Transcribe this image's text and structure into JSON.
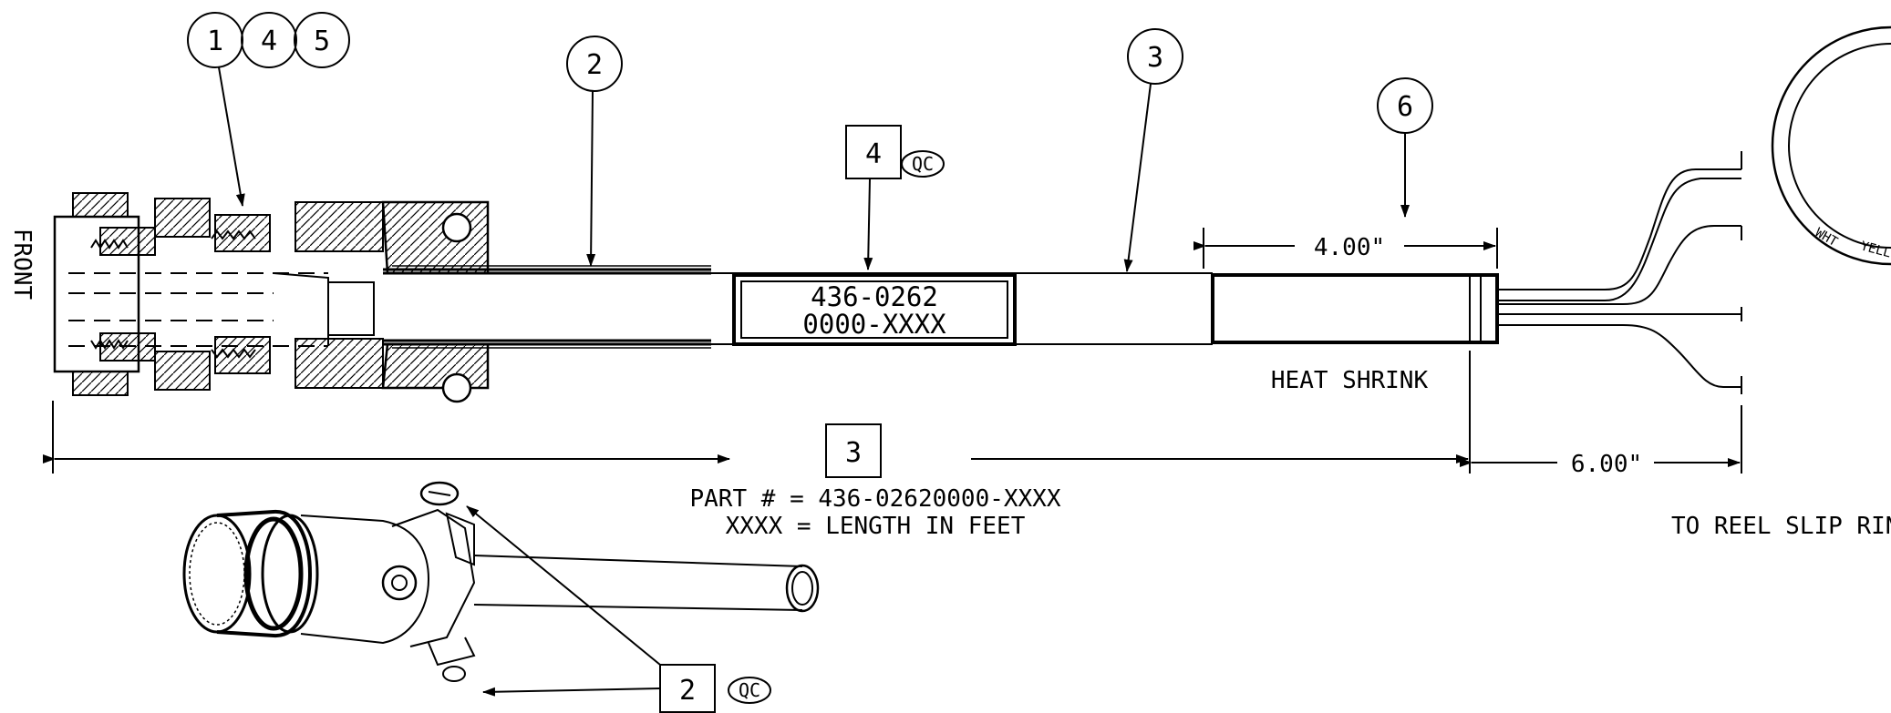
{
  "callouts": {
    "c1": "1",
    "c4": "4",
    "c5": "5",
    "c2": "2",
    "c3": "3",
    "c6": "6"
  },
  "boxes": {
    "label_item": "4",
    "length_item": "3",
    "clamp_item": "2",
    "qc": "QC"
  },
  "text": {
    "front": "FRONT",
    "label_line1": "436-0262",
    "label_line2": "0000-XXXX",
    "heat_shrink_length": "4.00\"",
    "heat_shrink": "HEAT SHRINK",
    "lead_length": "6.00\"",
    "part_number": "PART # = 436-02620000-XXXX",
    "length_note": "XXXX = LENGTH IN FEET",
    "to_reel": "TO REEL SLIP RING",
    "wire_wht": "WHT",
    "wire_yell": "YELL"
  }
}
